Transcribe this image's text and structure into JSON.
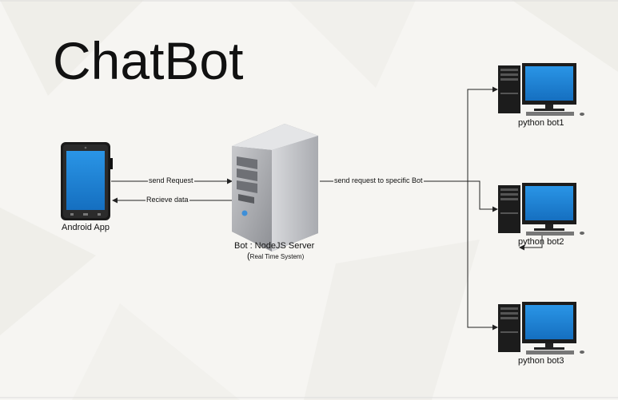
{
  "title": "ChatBot",
  "nodes": {
    "android": {
      "label": "Android App",
      "icon": "tablet-icon"
    },
    "server": {
      "label": "Bot : NodeJS Server",
      "sublabel_prefix": "(",
      "sublabel": "Real Time System)",
      "icon": "server-tower-icon"
    },
    "bot1": {
      "label": "python bot1",
      "icon": "desktop-computer-icon"
    },
    "bot2": {
      "label": "python bot2",
      "icon": "desktop-computer-icon"
    },
    "bot3": {
      "label": "python bot3",
      "icon": "desktop-computer-icon"
    }
  },
  "edges": {
    "send_request": "send Request",
    "receive_data": "Recieve data",
    "specific_bot": "send request to specific Bot"
  },
  "colors": {
    "screen": "#1e88d8",
    "line": "#222222",
    "background": "#f6f5f2"
  }
}
